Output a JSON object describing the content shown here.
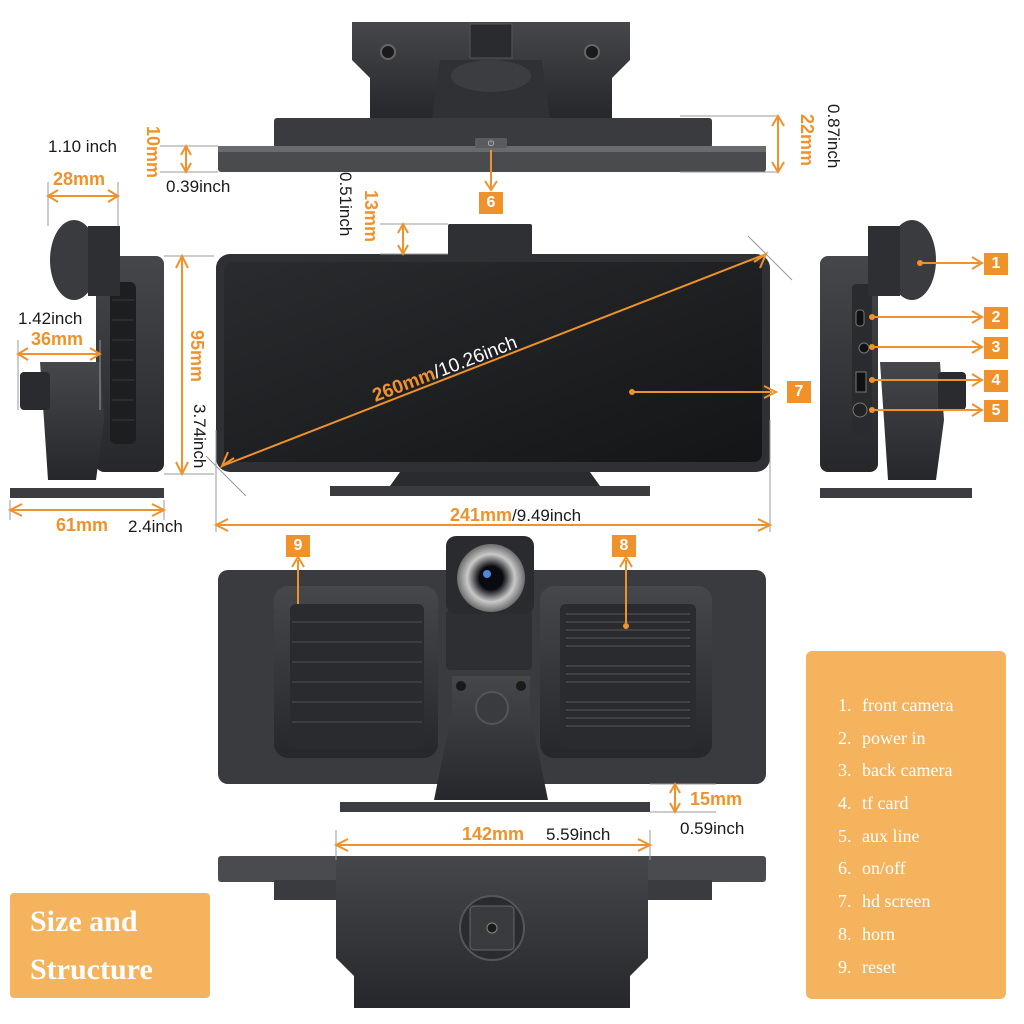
{
  "title": {
    "line1": "Size and",
    "line2": "Structure"
  },
  "dimensions": {
    "top_height_right_mm": "22mm",
    "top_height_right_inch": "0.87inch",
    "top_depth_left_inch": "1.10 inch",
    "top_depth_left_mm": "10mm",
    "top_thickness_inch": "0.39inch",
    "side_width_mm": "28mm",
    "camera_height_mm": "13mm",
    "camera_height_inch": "0.51inch",
    "side_depth_inch": "1.42inch",
    "side_depth_mm": "36mm",
    "height_mm": "95mm",
    "height_inch": "3.74inch",
    "diagonal_mm": "260mm",
    "diagonal_inch": "/10.26inch",
    "width_mm": "241mm",
    "width_inch": "/9.49inch",
    "base_depth_mm": "61mm",
    "base_depth_inch": "2.4inch",
    "base_height_mm": "15mm",
    "base_height_inch": "0.59inch",
    "bracket_width_mm": "142mm",
    "bracket_width_inch": "5.59inch"
  },
  "badges": [
    "1",
    "2",
    "3",
    "4",
    "5",
    "6",
    "7",
    "8",
    "9"
  ],
  "legend": [
    {
      "num": "1.",
      "label": "front camera"
    },
    {
      "num": "2.",
      "label": "power in"
    },
    {
      "num": "3.",
      "label": "back camera"
    },
    {
      "num": "4.",
      "label": "tf card"
    },
    {
      "num": "5.",
      "label": "aux line"
    },
    {
      "num": "6.",
      "label": "on/off"
    },
    {
      "num": "7.",
      "label": "hd screen"
    },
    {
      "num": "8.",
      "label": "horn"
    },
    {
      "num": "9.",
      "label": "reset"
    }
  ],
  "colors": {
    "accent": "#f0922b",
    "legend_bg": "#f4b35c",
    "device": "#2f3033",
    "screen": "#1c1d1f"
  }
}
